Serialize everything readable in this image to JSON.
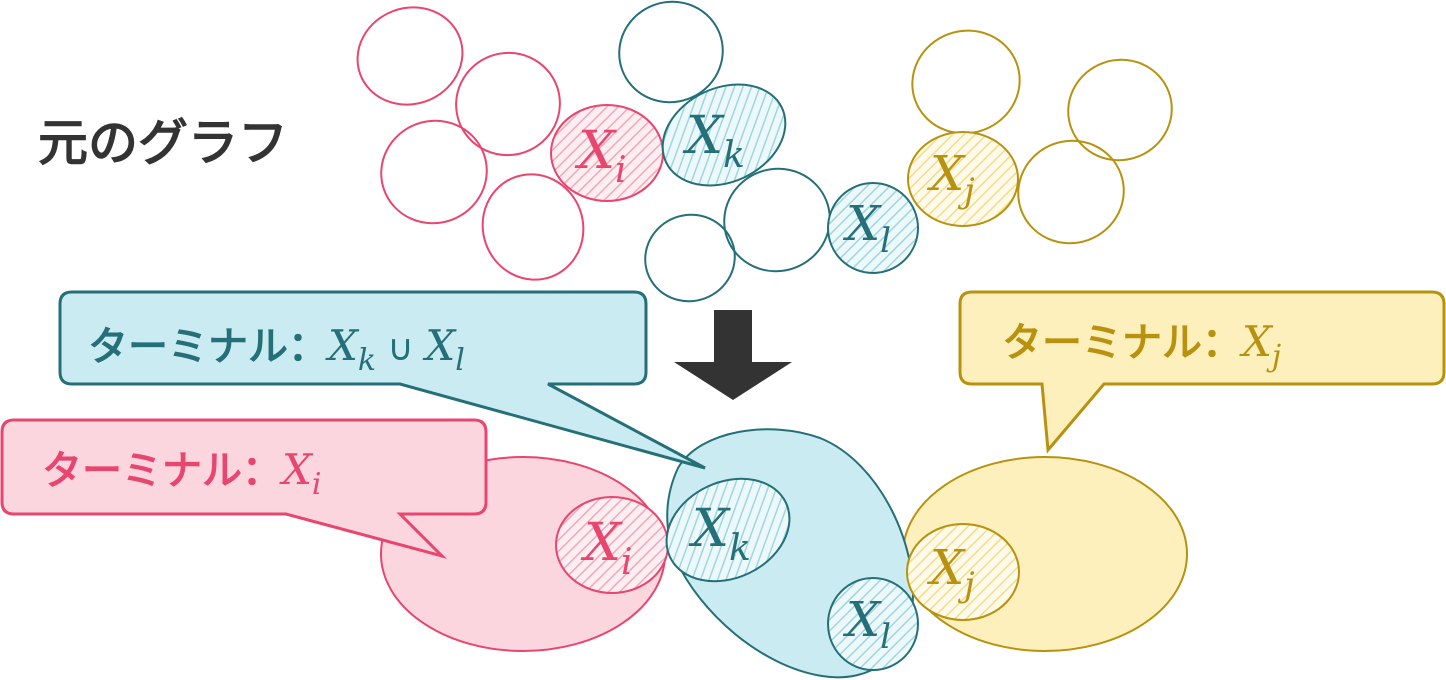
{
  "heading": "元のグラフ",
  "colors": {
    "pink": "#e8456f",
    "pink_fill": "#fbd6df",
    "teal": "#246f78",
    "teal_fill": "#c9ebf1",
    "gold": "#b8920f",
    "gold_fill": "#fdf0bd",
    "arrow": "#333333"
  },
  "labels": {
    "Xi": {
      "base": "X",
      "sub": "i"
    },
    "Xk": {
      "base": "X",
      "sub": "k"
    },
    "Xl": {
      "base": "X",
      "sub": "l"
    },
    "Xj": {
      "base": "X",
      "sub": "j"
    }
  },
  "callouts": {
    "teal": {
      "prefix": "ターミナル：",
      "a": "X",
      "a_sub": "k",
      "op": " ∪ ",
      "b": "X",
      "b_sub": "l"
    },
    "gold": {
      "prefix": "ターミナル：",
      "a": "X",
      "a_sub": "j"
    },
    "pink": {
      "prefix": "ターミナル：",
      "a": "X",
      "a_sub": "i"
    }
  }
}
